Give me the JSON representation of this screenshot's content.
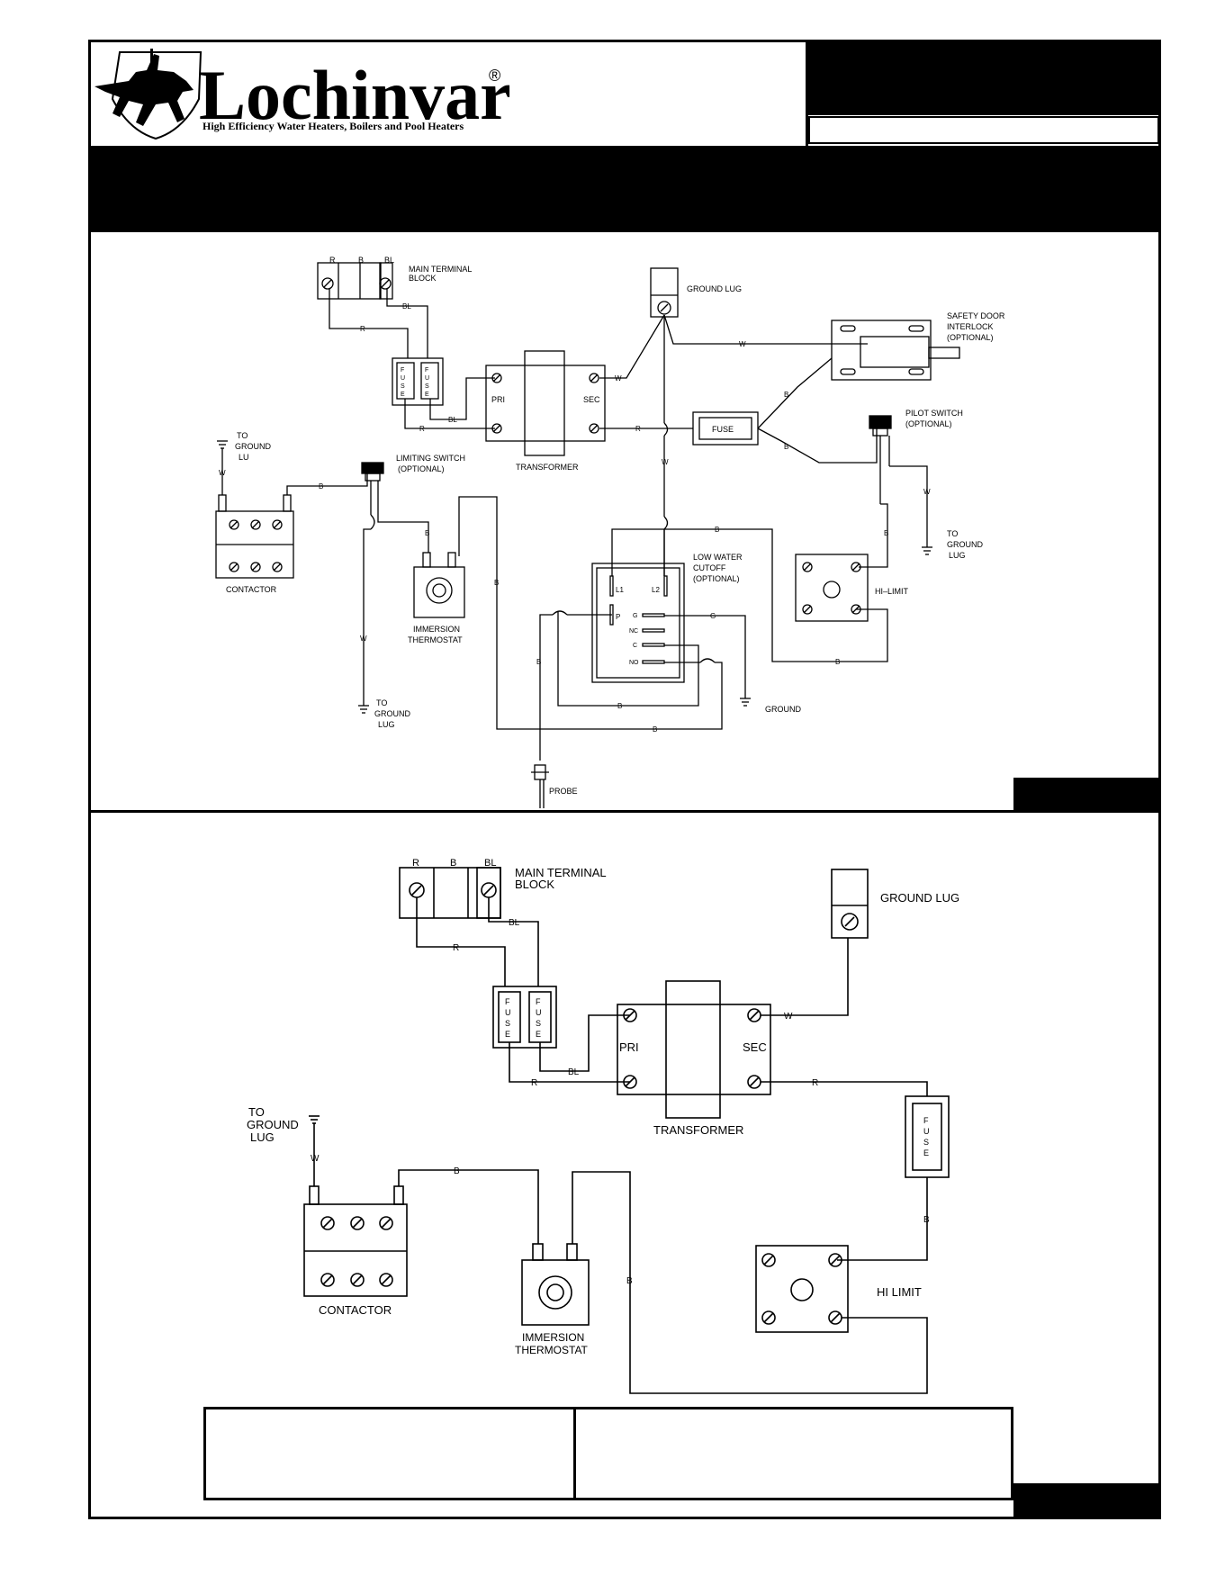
{
  "header": {
    "brand": "Lochinvar",
    "registered_mark": "®",
    "tagline": "High Efficiency Water Heaters, Boilers and Pool Heaters"
  },
  "diagram1": {
    "main_terminal_block": "MAIN  TERMINAL",
    "main_terminal_block_2": "BLOCK",
    "terminal_r": "R",
    "terminal_b": "B",
    "terminal_bl": "BL",
    "ground_lug": "GROUND LUG",
    "safety_door_1": "SAFETY DOOR",
    "safety_door_2": "INTERLOCK",
    "safety_door_3": "(OPTIONAL)",
    "fuse": "FUSE",
    "fuse_vertical": "F U S E",
    "pri": "PRI",
    "sec": "SEC",
    "transformer": "TRANSFORMER",
    "pilot_switch_1": "PILOT SWITCH",
    "pilot_switch_2": "(OPTIONAL)",
    "to_ground_lu_1": "TO",
    "to_ground_lu_2": "GROUND",
    "to_ground_lu_3": "LU",
    "limiting_switch_1": "LIMITING SWITCH",
    "limiting_switch_2": "(OPTIONAL)",
    "contactor": "CONTACTOR",
    "immersion_1": "IMMERSION",
    "immersion_2": "THERMOSTAT",
    "low_water_1": "LOW WATER",
    "low_water_2": "CUTOFF",
    "low_water_3": "(OPTIONAL)",
    "hi_limit": "HI–LIMIT",
    "to_ground_lug_1": "TO",
    "to_ground_lug_2": "GROUND",
    "to_ground_lug_3": "LUG",
    "ground": "GROUND",
    "probe": "PROBE",
    "l1": "L1",
    "l2": "L2",
    "p": "P",
    "g": "G",
    "nc": "NC",
    "c": "C",
    "no": "NO",
    "wire_r": "R",
    "wire_b": "B",
    "wire_bl": "BL",
    "wire_w": "W",
    "wire_g": "G"
  },
  "diagram2": {
    "main_terminal_block": "MAIN  TERMINAL",
    "main_terminal_block_2": "BLOCK",
    "terminal_r": "R",
    "terminal_b": "B",
    "terminal_bl": "BL",
    "ground_lug": "GROUND LUG",
    "fuse_vertical": "F U S E",
    "pri": "PRI",
    "sec": "SEC",
    "transformer": "TRANSFORMER",
    "to_ground_lug_1": "TO",
    "to_ground_lug_2": "GROUND",
    "to_ground_lug_3": "LUG",
    "contactor": "CONTACTOR",
    "immersion_1": "IMMERSION",
    "immersion_2": "THERMOSTAT",
    "hi_limit": "HI LIMIT",
    "wire_r": "R",
    "wire_b": "B",
    "wire_bl": "BL",
    "wire_w": "W"
  }
}
